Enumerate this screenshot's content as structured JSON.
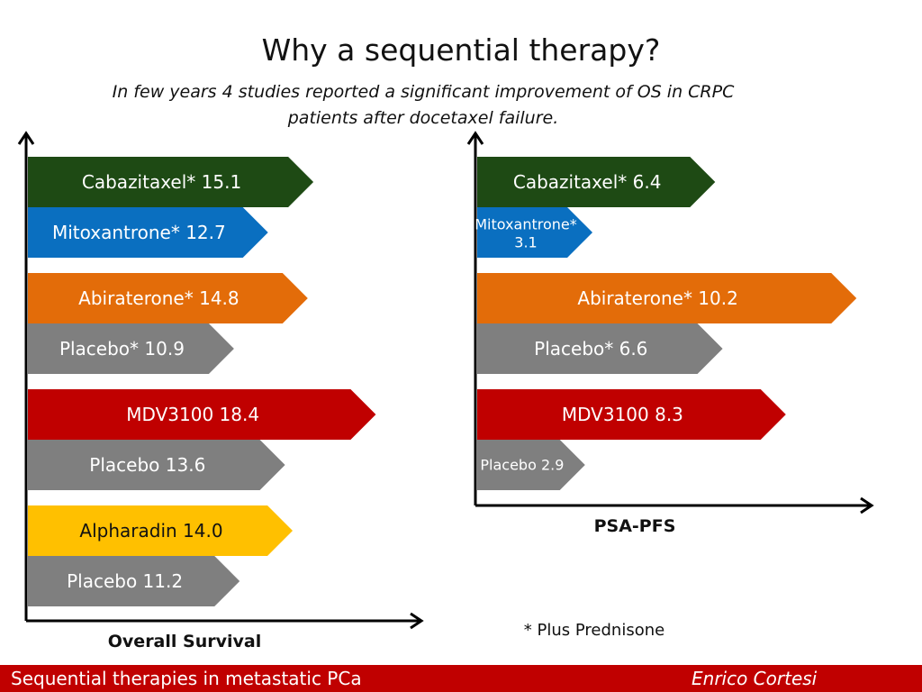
{
  "title": "Why a sequential therapy?",
  "subtitle": "In few years 4 studies reported a significant improvement of OS in CRPC patients after docetaxel failure.",
  "note": "* Plus Prednisone",
  "footer": {
    "left": "Sequential therapies in metastatic PCa",
    "right": "Enrico  Cortesi"
  },
  "colors": {
    "cabazitaxel": "#1e4a14",
    "mitoxantrone": "#0a6fc0",
    "abiraterone": "#e36c09",
    "placebo": "#7f7f7f",
    "mdv3100": "#c00000",
    "alpharadin": "#ffc000",
    "footer": "#c00000"
  },
  "chart_data": [
    {
      "type": "bar",
      "orientation": "horizontal",
      "xlabel": "Overall Survival",
      "bars": [
        {
          "label": "Cabazitaxel* 15.1",
          "value": 15.1,
          "color": "cabazitaxel"
        },
        {
          "label": "Mitoxantrone* 12.7",
          "value": 12.7,
          "color": "mitoxantrone"
        },
        {
          "label": "Abiraterone* 14.8",
          "value": 14.8,
          "color": "abiraterone"
        },
        {
          "label": "Placebo* 10.9",
          "value": 10.9,
          "color": "placebo"
        },
        {
          "label": "MDV3100 18.4",
          "value": 18.4,
          "color": "mdv3100"
        },
        {
          "label": "Placebo 13.6",
          "value": 13.6,
          "color": "placebo"
        },
        {
          "label": "Alpharadin 14.0",
          "value": 14.0,
          "color": "alpharadin"
        },
        {
          "label": "Placebo 11.2",
          "value": 11.2,
          "color": "placebo"
        }
      ]
    },
    {
      "type": "bar",
      "orientation": "horizontal",
      "xlabel": "PSA-PFS",
      "bars": [
        {
          "label": "Cabazitaxel* 6.4",
          "value": 6.4,
          "color": "cabazitaxel"
        },
        {
          "label": "Mitoxantrone* 3.1",
          "value": 3.1,
          "color": "mitoxantrone"
        },
        {
          "label": "Abiraterone* 10.2",
          "value": 10.2,
          "color": "abiraterone"
        },
        {
          "label": "Placebo* 6.6",
          "value": 6.6,
          "color": "placebo"
        },
        {
          "label": "MDV3100 8.3",
          "value": 8.3,
          "color": "mdv3100"
        },
        {
          "label": "Placebo 2.9",
          "value": 2.9,
          "color": "placebo"
        }
      ]
    }
  ]
}
